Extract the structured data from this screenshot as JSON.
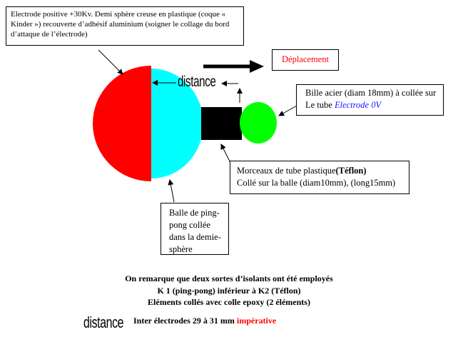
{
  "callouts": {
    "electrode": "Electrode positive +30Kv. Demi sphère creuse en plastique (coque « Kinder ») recouverte d’adhésif aluminium (soigner le collage du bord d’attaque de l’électrode)",
    "deplacement": "Déplacement",
    "bille_line1": "Bille acier (diam 18mm) à collée sur",
    "bille_line2_prefix": "Le tube ",
    "bille_line2_italic": "Electrode 0V",
    "tube_line1_prefix": "Morceaux de tube plastique",
    "tube_line1_bold": "(Téflon)",
    "tube_line2": "Collé sur la balle (diam10mm), (long15mm)",
    "balle": "Balle de ping-pong collée dans la demie-sphère"
  },
  "labels": {
    "distance": "distance",
    "distance_bottom": "distance"
  },
  "notes": {
    "line1": "On remarque que deux sortes d’isolants ont été employés",
    "line2": "K 1 (ping-pong)  inférieur à K2 (Téflon)",
    "line3": "Eléments collés avec colle epoxy (2 éléments)",
    "line4_prefix": "Inter électrodes 29 à 31 mm ",
    "line4_red": "impérative"
  },
  "colors": {
    "red_hemisphere": "#ff0000",
    "cyan_ball": "#00ffff",
    "green_ball": "#00ff00",
    "tube": "#000000",
    "highlight_red": "#ff0000",
    "italic_blue": "#1a1aff"
  }
}
